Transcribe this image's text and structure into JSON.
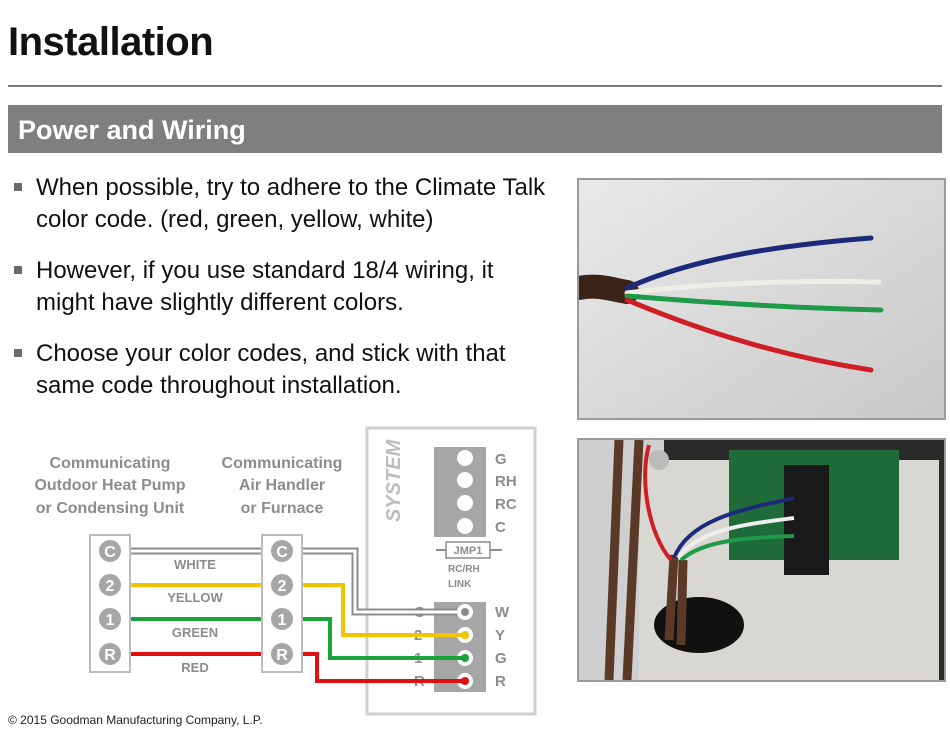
{
  "slide": {
    "title": "Installation",
    "section_title": "Power and Wiring",
    "bullets": [
      "When possible, try to adhere to the Climate Talk color code. (red, green, yellow, white)",
      "However, if you use standard 18/4 wiring, it might have slightly different colors.",
      "Choose your color codes, and stick with that same code throughout installation."
    ],
    "footer": "© 2015 Goodman Manufacturing Company, L.P."
  },
  "diagram": {
    "outdoor_unit": {
      "line1": "Communicating",
      "line2": "Outdoor Heat Pump",
      "line3": "or Condensing Unit"
    },
    "air_handler": {
      "line1": "Communicating",
      "line2": "Air Handler",
      "line3": "or Furnace"
    },
    "terminals": [
      "C",
      "2",
      "1",
      "R"
    ],
    "wires": [
      {
        "name": "WHITE",
        "color": "#ffffff"
      },
      {
        "name": "YELLOW",
        "color": "#f2c400"
      },
      {
        "name": "GREEN",
        "color": "#1aa33a"
      },
      {
        "name": "RED",
        "color": "#e01010"
      }
    ],
    "system_label": "SYSTEM",
    "thermostat_upper_terminals": [
      "G",
      "RH",
      "RC",
      "C"
    ],
    "jumper": {
      "label": "JMP1",
      "sub1": "RC/RH",
      "sub2": "LINK"
    },
    "thermostat_lower_left": [
      "C",
      "2",
      "1",
      "R"
    ],
    "thermostat_lower_right": [
      "W",
      "Y",
      "G",
      "R"
    ]
  },
  "colors": {
    "section_bar": "#7f7f7f",
    "heading_gray": "#7a7a7a",
    "terminal_gray": "#8c8c8c"
  }
}
